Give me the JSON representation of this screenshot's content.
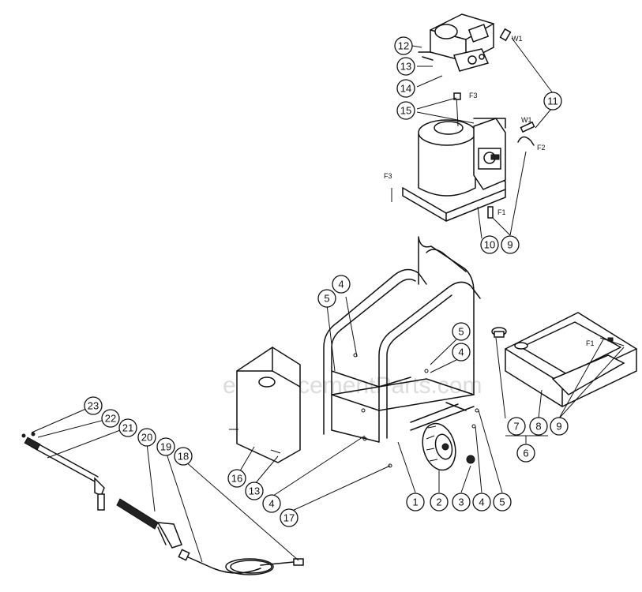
{
  "watermark": "eReplacementParts.com",
  "callouts": [
    {
      "id": "c12",
      "label": "12"
    },
    {
      "id": "c13a",
      "label": "13"
    },
    {
      "id": "c14",
      "label": "14"
    },
    {
      "id": "c15",
      "label": "15"
    },
    {
      "id": "c11",
      "label": "11"
    },
    {
      "id": "c10",
      "label": "10"
    },
    {
      "id": "c9a",
      "label": "9"
    },
    {
      "id": "c4a",
      "label": "4"
    },
    {
      "id": "c5a",
      "label": "5"
    },
    {
      "id": "c5b",
      "label": "5"
    },
    {
      "id": "c4b",
      "label": "4"
    },
    {
      "id": "c7",
      "label": "7"
    },
    {
      "id": "c8",
      "label": "8"
    },
    {
      "id": "c9b",
      "label": "9"
    },
    {
      "id": "c6",
      "label": "6"
    },
    {
      "id": "c23",
      "label": "23"
    },
    {
      "id": "c22",
      "label": "22"
    },
    {
      "id": "c21",
      "label": "21"
    },
    {
      "id": "c20",
      "label": "20"
    },
    {
      "id": "c19",
      "label": "19"
    },
    {
      "id": "c18",
      "label": "18"
    },
    {
      "id": "c16",
      "label": "16"
    },
    {
      "id": "c13b",
      "label": "13"
    },
    {
      "id": "c4c",
      "label": "4"
    },
    {
      "id": "c17",
      "label": "17"
    },
    {
      "id": "c1",
      "label": "1"
    },
    {
      "id": "c2",
      "label": "2"
    },
    {
      "id": "c3",
      "label": "3"
    },
    {
      "id": "c4d",
      "label": "4"
    },
    {
      "id": "c5c",
      "label": "5"
    }
  ],
  "small_labels": {
    "w1_top": "W1",
    "f3_top": "F3",
    "w1_mid": "W1",
    "f2": "F2",
    "f3_left": "F3",
    "f1_mid": "F1",
    "f1_tray": "F1"
  }
}
